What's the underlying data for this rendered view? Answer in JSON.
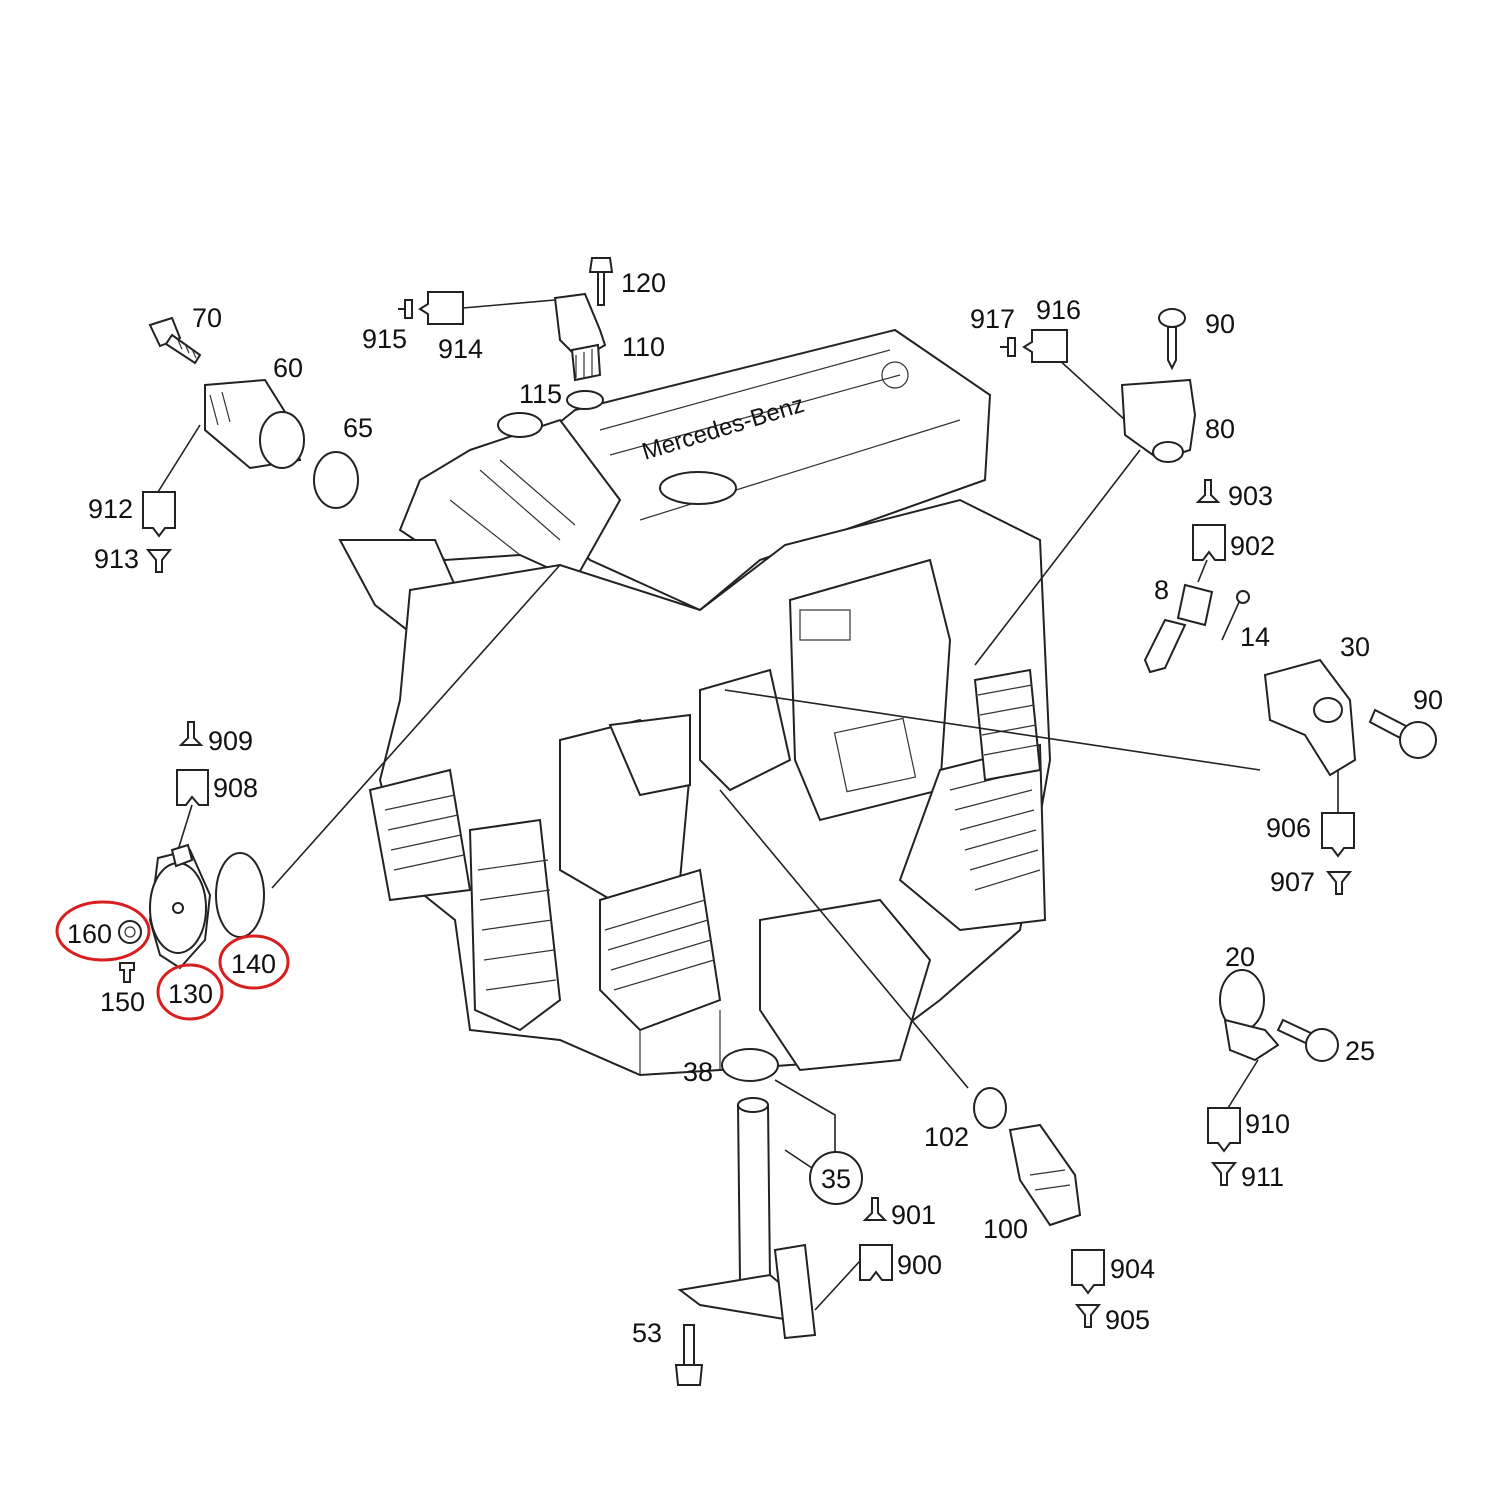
{
  "engine": {
    "brand_text": "Mercedes-Benz"
  },
  "labels": [
    {
      "id": "l70",
      "text": "70"
    },
    {
      "id": "l60",
      "text": "60"
    },
    {
      "id": "l65",
      "text": "65"
    },
    {
      "id": "l912",
      "text": "912"
    },
    {
      "id": "l913",
      "text": "913"
    },
    {
      "id": "l915",
      "text": "915"
    },
    {
      "id": "l914",
      "text": "914"
    },
    {
      "id": "l120",
      "text": "120"
    },
    {
      "id": "l110",
      "text": "110"
    },
    {
      "id": "l115",
      "text": "115"
    },
    {
      "id": "l917",
      "text": "917"
    },
    {
      "id": "l916",
      "text": "916"
    },
    {
      "id": "l90a",
      "text": "90"
    },
    {
      "id": "l80",
      "text": "80"
    },
    {
      "id": "l903",
      "text": "903"
    },
    {
      "id": "l902",
      "text": "902"
    },
    {
      "id": "l8",
      "text": "8"
    },
    {
      "id": "l14",
      "text": "14"
    },
    {
      "id": "l30",
      "text": "30"
    },
    {
      "id": "l90b",
      "text": "90"
    },
    {
      "id": "l906",
      "text": "906"
    },
    {
      "id": "l907",
      "text": "907"
    },
    {
      "id": "l909",
      "text": "909"
    },
    {
      "id": "l908",
      "text": "908"
    },
    {
      "id": "l160",
      "text": "160"
    },
    {
      "id": "l140",
      "text": "140"
    },
    {
      "id": "l150",
      "text": "150"
    },
    {
      "id": "l130",
      "text": "130"
    },
    {
      "id": "l20",
      "text": "20"
    },
    {
      "id": "l25",
      "text": "25"
    },
    {
      "id": "l910",
      "text": "910"
    },
    {
      "id": "l911",
      "text": "911"
    },
    {
      "id": "l38",
      "text": "38"
    },
    {
      "id": "l35",
      "text": "35"
    },
    {
      "id": "l102",
      "text": "102"
    },
    {
      "id": "l100",
      "text": "100"
    },
    {
      "id": "l901",
      "text": "901"
    },
    {
      "id": "l900",
      "text": "900"
    },
    {
      "id": "l904",
      "text": "904"
    },
    {
      "id": "l905",
      "text": "905"
    },
    {
      "id": "l53",
      "text": "53"
    }
  ],
  "highlighted_parts": [
    "160",
    "130",
    "140"
  ],
  "colors": {
    "highlight": "#d81e1e",
    "line": "#222222"
  }
}
